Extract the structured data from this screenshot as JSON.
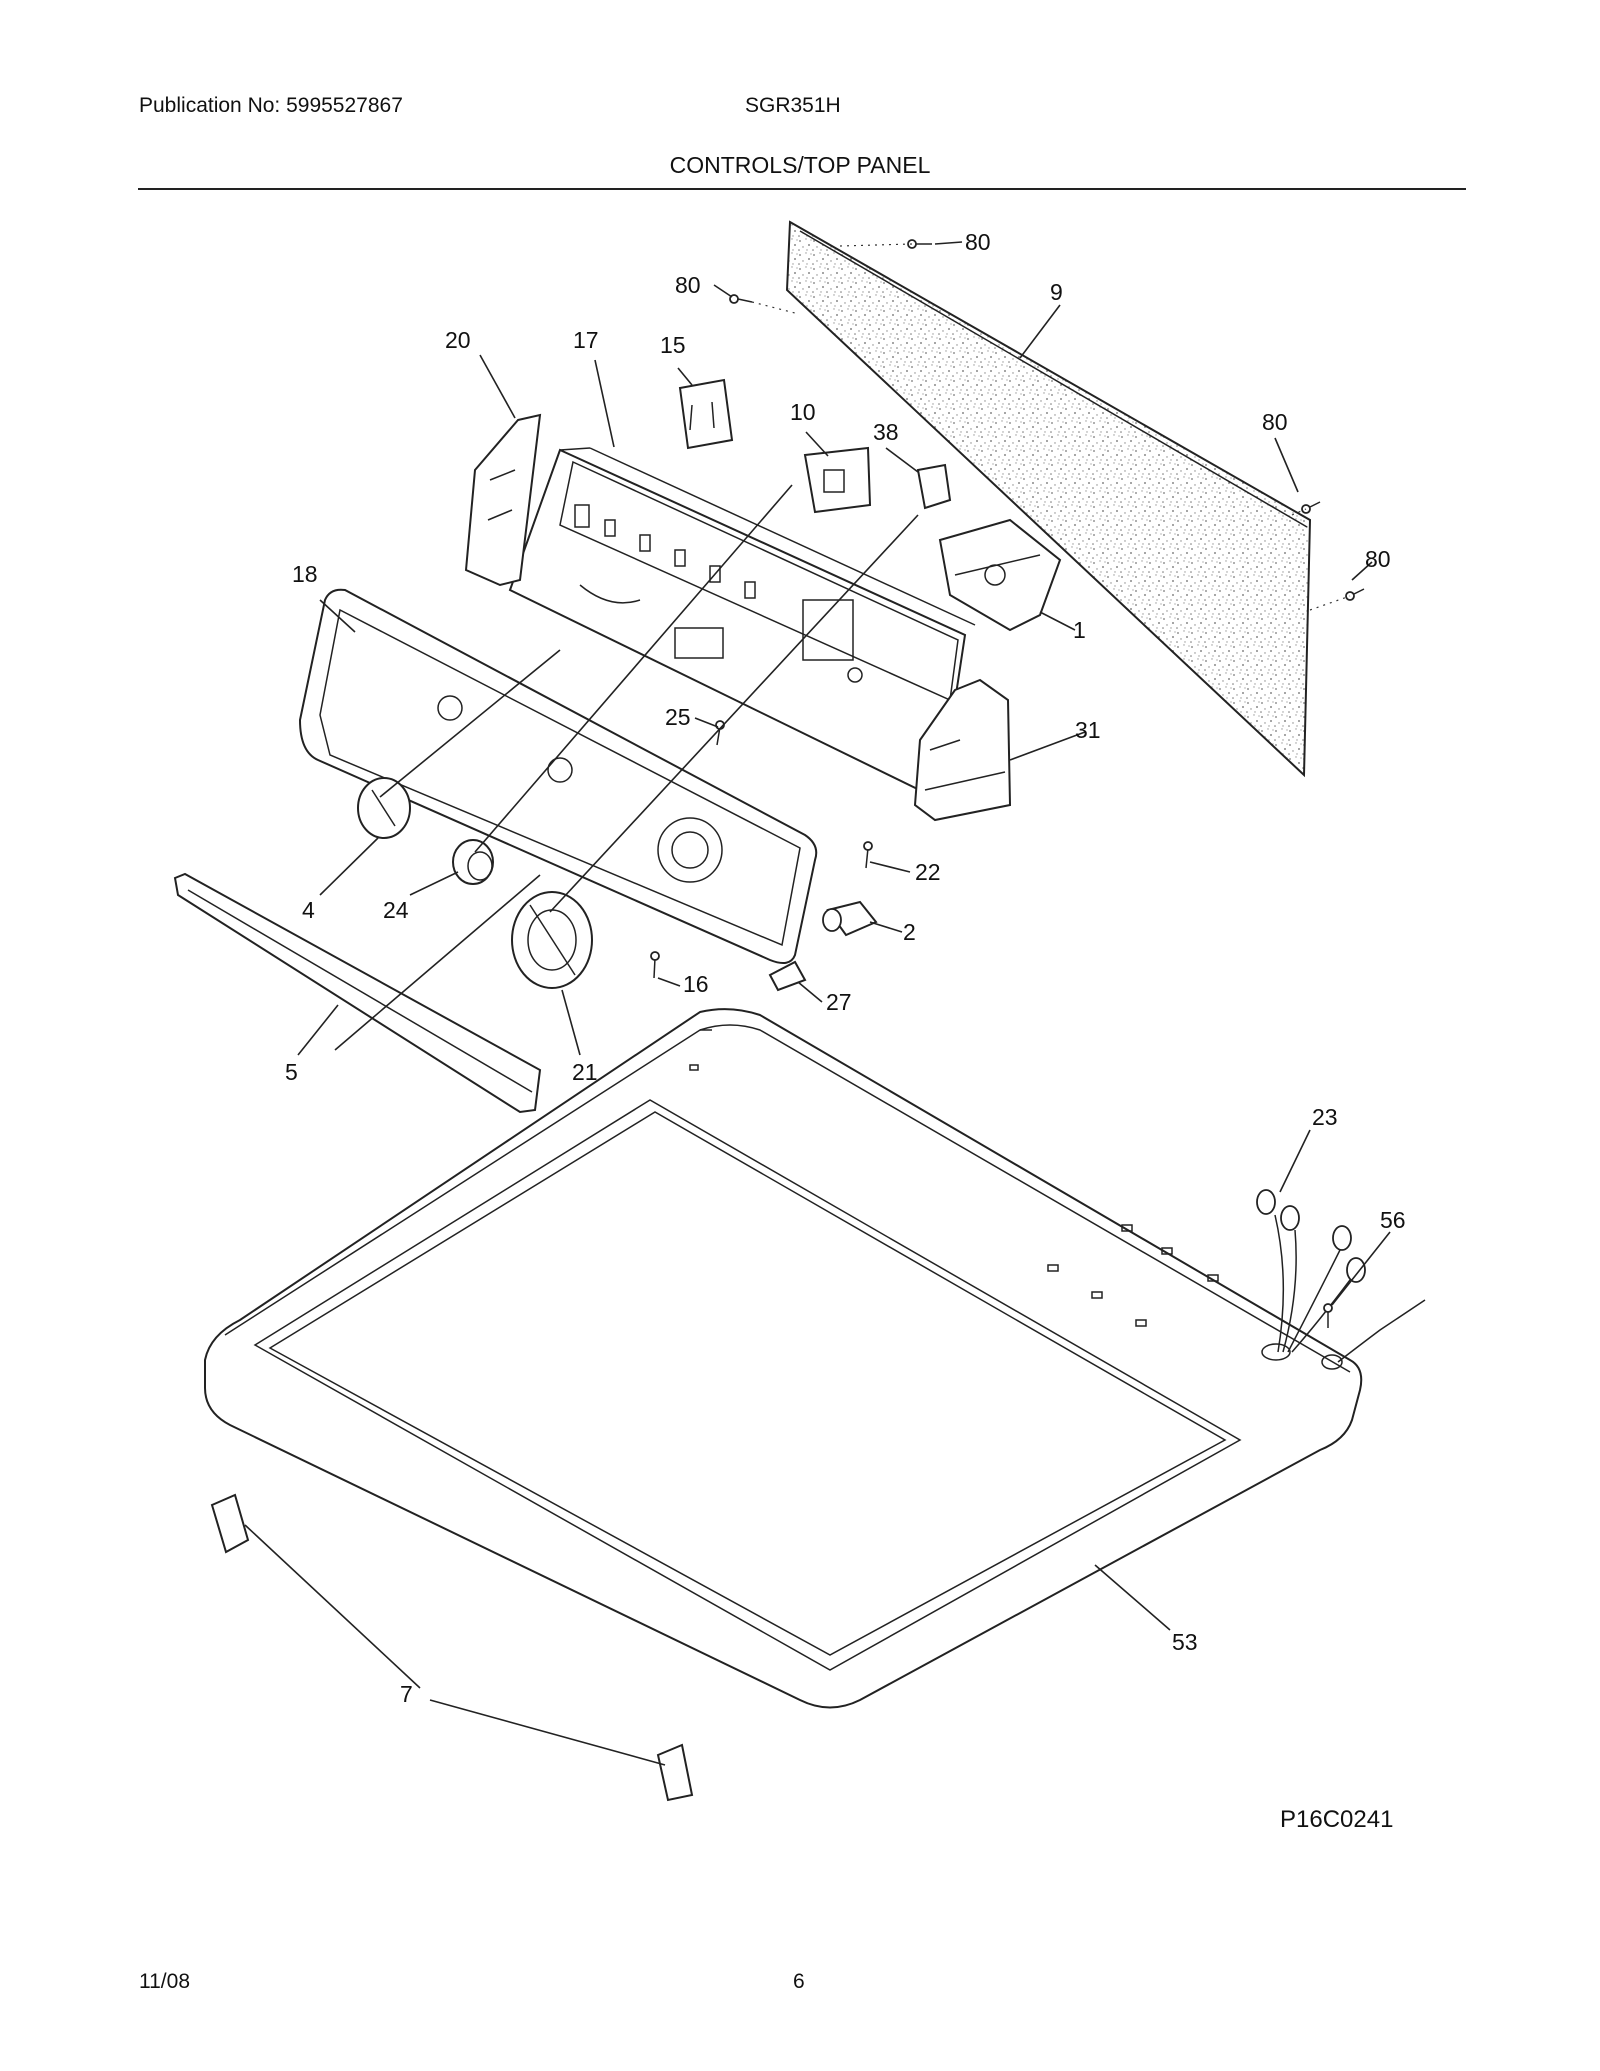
{
  "header": {
    "publication": "Publication No: 5995527867",
    "model": "SGR351H",
    "title": "CONTROLS/TOP PANEL"
  },
  "diagram": {
    "callouts": [
      "80",
      "80",
      "80",
      "80",
      "9",
      "20",
      "17",
      "15",
      "10",
      "38",
      "1",
      "18",
      "25",
      "31",
      "22",
      "4",
      "24",
      "2",
      "16",
      "27",
      "5",
      "21",
      "23",
      "56",
      "53",
      "7"
    ]
  },
  "footer": {
    "code": "P16C0241",
    "date": "11/08",
    "page": "6"
  }
}
